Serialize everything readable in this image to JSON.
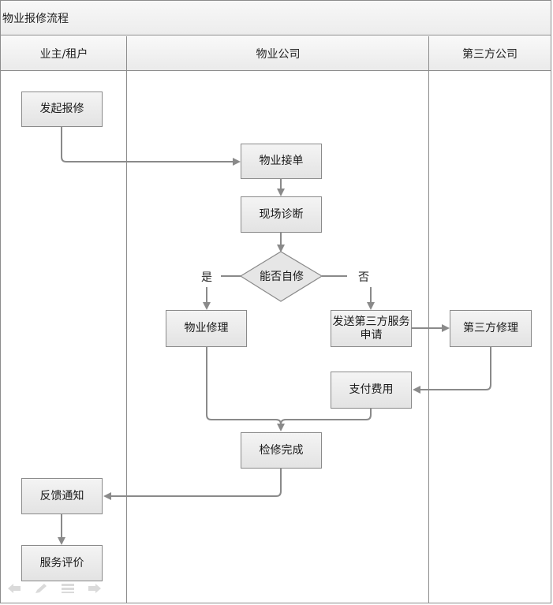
{
  "title": "物业报修流程",
  "lanes": [
    "业主/租户",
    "物业公司",
    "第三方公司"
  ],
  "nodes": {
    "start_repair": "发起报修",
    "property_accept": "物业接单",
    "onsite_diagnosis": "现场诊断",
    "self_repair_decision": "能否自修",
    "property_repair": "物业修理",
    "send_third_party": [
      "发送第三方服务",
      "申请"
    ],
    "third_party_repair": "第三方修理",
    "pay_fee": "支付费用",
    "repair_done": "检修完成",
    "feedback_notice": "反馈通知",
    "service_review": "服务评价"
  },
  "branch_labels": {
    "yes": "是",
    "no": "否"
  },
  "toolbar_icons": [
    "arrow-left-icon",
    "pen-icon",
    "menu-icon",
    "arrow-right-icon"
  ],
  "colors": {
    "line": "#8a8a8a",
    "box_fill": "#e8e8e8",
    "border": "#8c8c8c"
  }
}
